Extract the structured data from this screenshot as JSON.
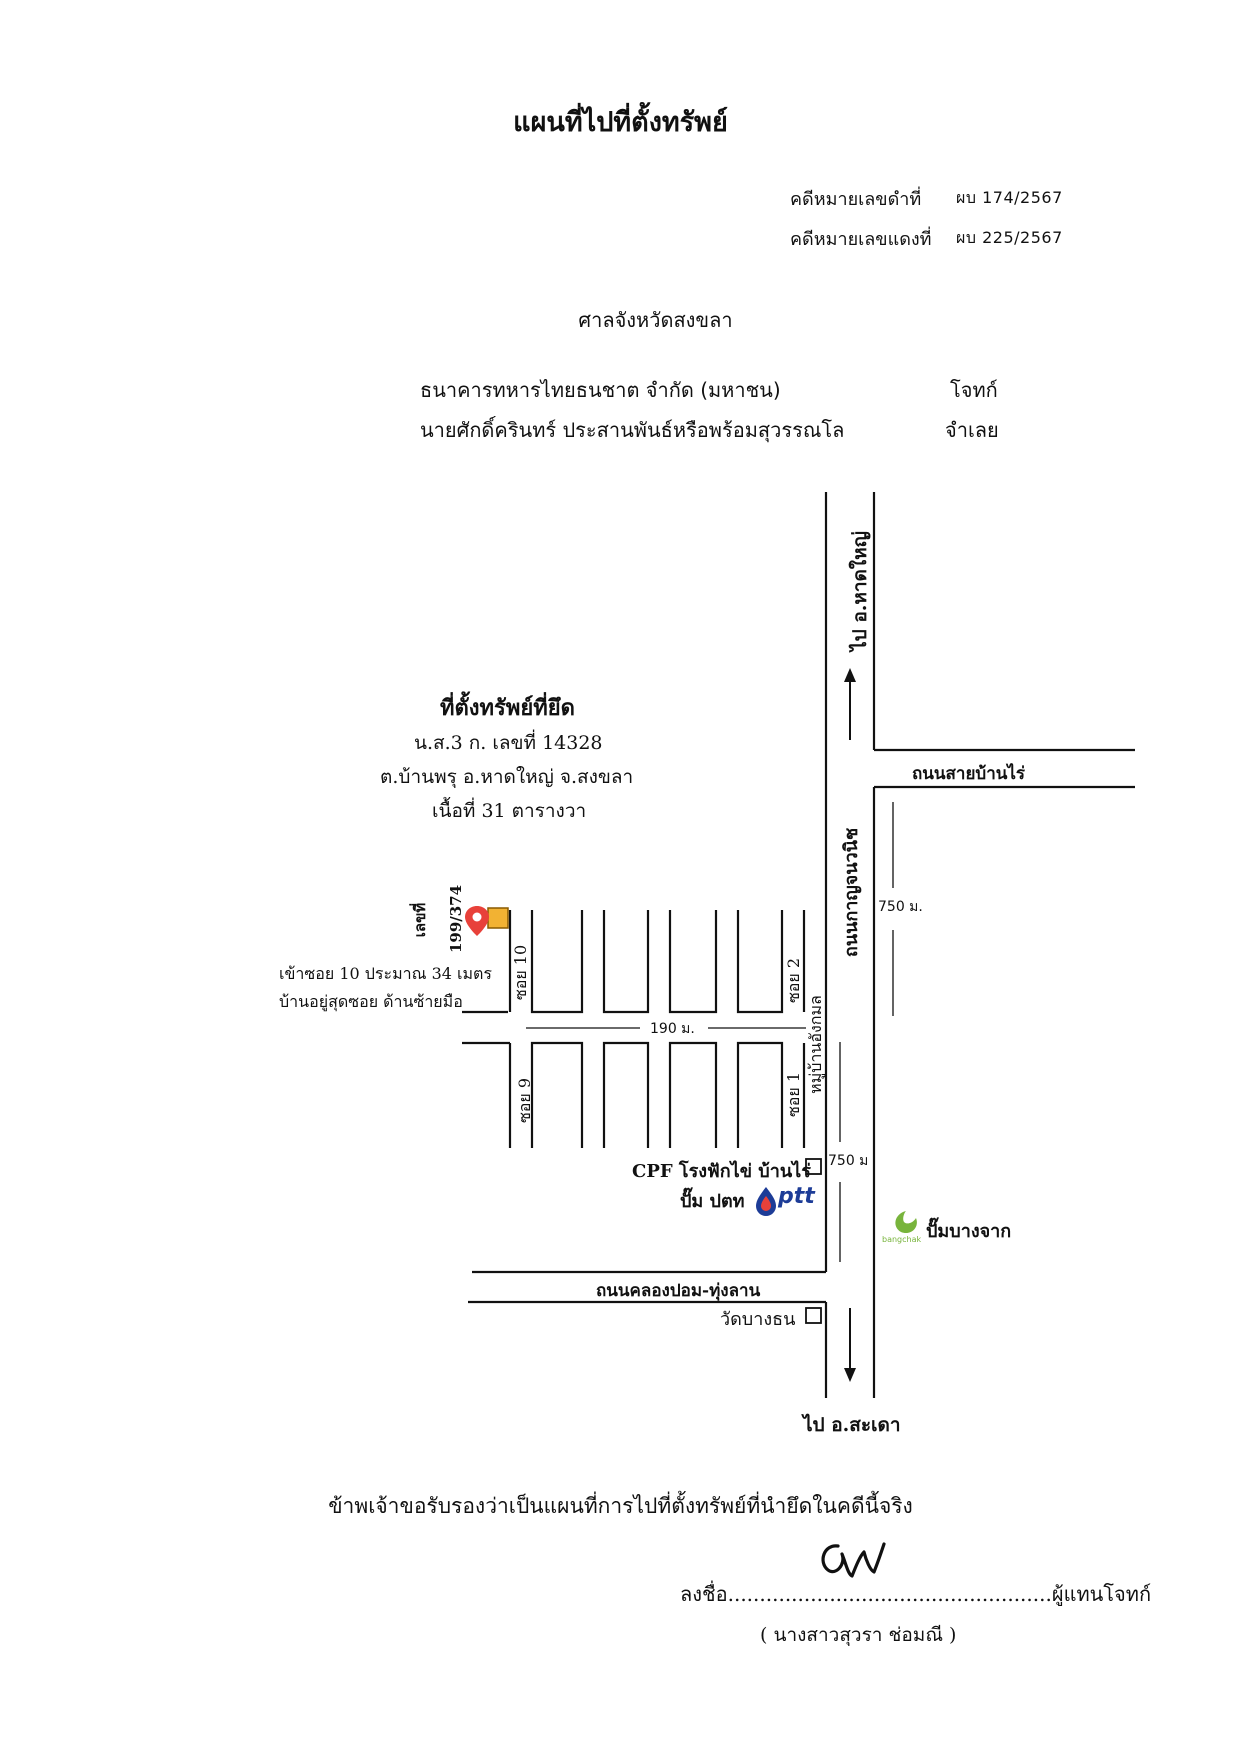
{
  "header": {
    "title": "แผนที่ไปที่ตั้งทรัพย์",
    "black_case_label": "คดีหมายเลขดำที่",
    "black_case_value": "ผบ 174/2567",
    "red_case_label": "คดีหมายเลขแดงที่",
    "red_case_value": "ผบ 225/2567",
    "court": "ศาลจังหวัดสงขลา",
    "plaintiff_name": "ธนาคารทหารไทยธนชาต จำกัด (มหาชน)",
    "plaintiff_role": "โจทก์",
    "defendant_name": "นายศักดิ์ครินทร์ ประสานพันธ์หรือพร้อมสุวรรณโล",
    "defendant_role": "จำเลย"
  },
  "map": {
    "property_title": "ที่ตั้งทรัพย์ที่ยึด",
    "property_deed": "น.ส.3 ก.  เลขที่ 14328",
    "property_location": "ต.บ้านพรุ อ.หาดใหญ่ จ.สงขลา",
    "property_area": "เนื้อที่ 31 ตารางวา",
    "house_no_label": "เลขที่",
    "house_no_value": "199/374",
    "direction_note_1": "เข้าซอย 10 ประมาณ 34 เมตร",
    "direction_note_2": "บ้านอยู่สุดซอย ด้านซ้ายมือ",
    "soi_10": "ซอย 10",
    "soi_9": "ซอย 9",
    "soi_2": "ซอย 2",
    "soi_1": "ซอย 1",
    "village": "หมู่บ้านอังกมล",
    "dist_190": "190 ม.",
    "dist_750_top": "750 ม.",
    "dist_750_bottom": "750 ม",
    "road_main": "ถนนกาญจนวนิช",
    "road_ban_rai": "ถนนสายบ้านไร่",
    "road_khlong": "ถนนคลองปอม-ทุ่งลาน",
    "to_hat_yai": "ไป อ.หาดใหญ่",
    "to_sadao": "ไป อ.สะเดา",
    "cpf": "CPF โรงฟักไข่ บ้านไร่",
    "ptt_pump": "ปั๊ม ปตท",
    "ptt_logo": "ptt",
    "bangchak_pump": "ปั๊มบางจาก",
    "bangchak_logo": "bangchak",
    "wat": "วัดบางธน",
    "pin_color": "#e8413a",
    "house_color": "#f2b233",
    "ptt_blue": "#1d3c97",
    "bangchak_green": "#78b43c"
  },
  "footer": {
    "certification": "ข้าพเจ้าขอรับรองว่าเป็นแผนที่การไปที่ตั้งทรัพย์ที่นำยึดในคดีนี้จริง",
    "sign_prefix": "ลงชื่อ",
    "sign_dots": "...................................................",
    "sign_suffix": "ผู้แทนโจทก์",
    "signer": "( นางสาวสุวรา ช่อมณี )"
  }
}
